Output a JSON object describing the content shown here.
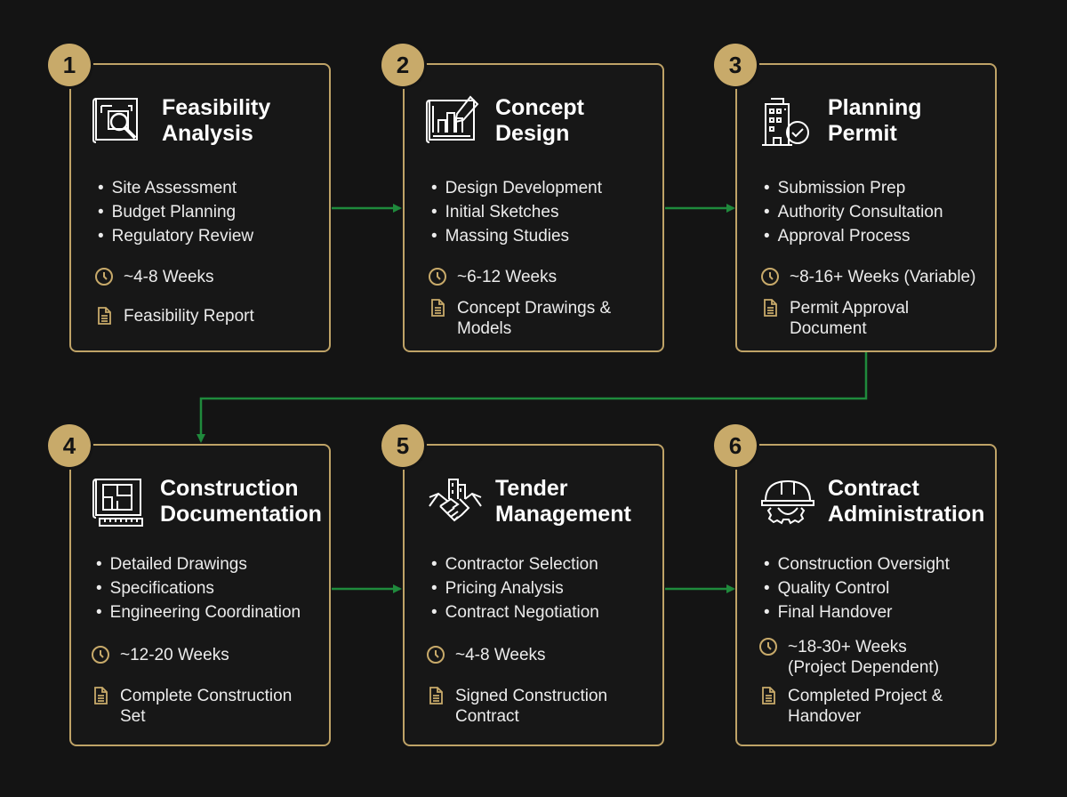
{
  "steps": [
    {
      "number": "1",
      "title": [
        "Feasibility",
        "Analysis"
      ],
      "icon": "blueprint-magnifier-icon",
      "items": [
        "Site Assessment",
        "Budget Planning",
        "Regulatory Review"
      ],
      "duration": [
        "~4-8 Weeks"
      ],
      "deliverable": [
        "Feasibility Report"
      ]
    },
    {
      "number": "2",
      "title": [
        "Concept",
        "Design"
      ],
      "icon": "blueprint-sketch-icon",
      "items": [
        "Design Development",
        "Initial Sketches",
        "Massing Studies"
      ],
      "duration": [
        "~6-12 Weeks"
      ],
      "deliverable": [
        "Concept Drawings &",
        "Models"
      ]
    },
    {
      "number": "3",
      "title": [
        "Planning",
        "Permit"
      ],
      "icon": "building-check-icon",
      "items": [
        "Submission Prep",
        "Authority Consultation",
        "Approval Process"
      ],
      "duration": [
        "~8-16+ Weeks (Variable)"
      ],
      "deliverable": [
        "Permit Approval",
        "Document"
      ]
    },
    {
      "number": "4",
      "title": [
        "Construction",
        "Documentation"
      ],
      "icon": "floorplan-ruler-icon",
      "items": [
        "Detailed Drawings",
        "Specifications",
        "Engineering Coordination"
      ],
      "duration": [
        "~12-20 Weeks"
      ],
      "deliverable": [
        "Complete Construction",
        "Set"
      ]
    },
    {
      "number": "5",
      "title": [
        "Tender",
        "Management"
      ],
      "icon": "handshake-building-icon",
      "items": [
        "Contractor Selection",
        "Pricing Analysis",
        "Contract Negotiation"
      ],
      "duration": [
        "~4-8 Weeks"
      ],
      "deliverable": [
        "Signed Construction",
        "Contract"
      ]
    },
    {
      "number": "6",
      "title": [
        "Contract",
        "Administration"
      ],
      "icon": "hardhat-gear-icon",
      "items": [
        "Construction Oversight",
        "Quality Control",
        "Final Handover"
      ],
      "duration": [
        "~18-30+ Weeks",
        "(Project Dependent)"
      ],
      "deliverable": [
        "Completed Project &",
        "Handover"
      ]
    }
  ],
  "colors": {
    "background": "#141414",
    "card_border": "#bfa367",
    "badge": "#c8aa6a",
    "connector": "#1f8a3c",
    "text": "#ececec"
  }
}
